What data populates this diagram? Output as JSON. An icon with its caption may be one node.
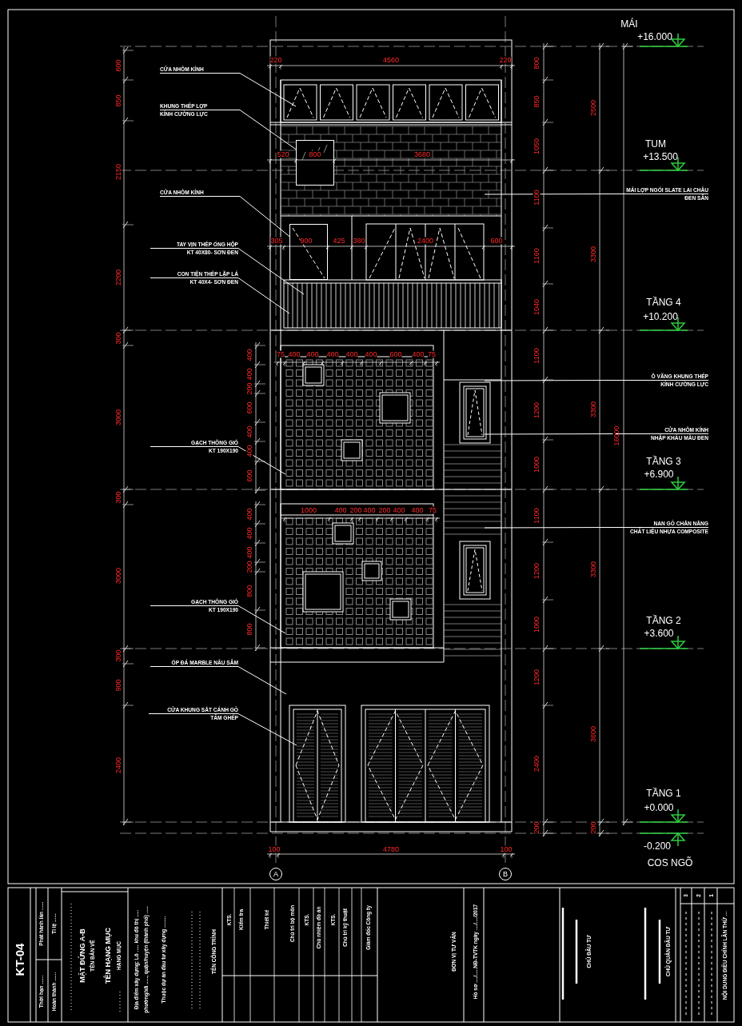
{
  "diagram": {
    "nodes": [
      {
        "text": [
          "CỬA NHÔM KÍNH"
        ]
      },
      {
        "text": [
          "KHUNG THÉP LỢP",
          "KÍNH CƯỜNG LỰC"
        ]
      },
      {
        "text": [
          "CỬA NHÔM KÍNH"
        ]
      },
      {
        "text": [
          "TAY VỊN THÉP ỐNG HỘP",
          "KT 40X80- SƠN ĐEN"
        ]
      },
      {
        "text": [
          "CON TIỆN THÉP LẶP LÁ",
          "KT 40X4- SƠN ĐEN"
        ]
      },
      {
        "text": [
          "GẠCH THÔNG GIÓ",
          "KT 190X190"
        ]
      },
      {
        "text": [
          "GẠCH THÔNG GIÓ",
          "KT 190X190"
        ]
      },
      {
        "text": [
          "ỐP ĐÁ MARBLE NÂU SẪM"
        ]
      },
      {
        "text": [
          "CỬA KHUNG SẮT CÁNH GỖ",
          "TẤM GHÉP"
        ]
      },
      {
        "text": [
          "MÁI LỢP NGÓI SLATE LAI CHÂU",
          "ĐEN SẪN"
        ]
      },
      {
        "text": [
          "Ô VĂNG KHUNG THÉP",
          "KÍNH CƯỜNG LỰC"
        ]
      },
      {
        "text": [
          "CỬA NHÔM KÍNH",
          "NHẬP KHẨU MÀU ĐEN"
        ]
      },
      {
        "text": [
          "NAN GỖ CHẮN NẮNG",
          "CHẤT LIỆU NHỰA COMPOSITE"
        ]
      },
      {
        "text": [],
        "shape": "box"
      },
      {
        "text": [],
        "shape": "box"
      }
    ],
    "edges": [
      {
        "from": 0,
        "to": null,
        "arrow": "none"
      },
      {
        "from": 1,
        "to": 13,
        "arrow": "none"
      },
      {
        "from": 2,
        "to": 14,
        "arrow": "none"
      },
      {
        "from": 3,
        "to": null,
        "arrow": "none"
      },
      {
        "from": 4,
        "to": null,
        "arrow": "none"
      },
      {
        "from": 5,
        "to": null,
        "arrow": "none"
      },
      {
        "from": 6,
        "to": null,
        "arrow": "none"
      },
      {
        "from": 7,
        "to": null,
        "arrow": "none"
      },
      {
        "from": 8,
        "to": null,
        "arrow": "none"
      },
      {
        "from": 9,
        "to": null,
        "arrow": "none"
      },
      {
        "from": 10,
        "to": null,
        "arrow": "none"
      },
      {
        "from": 11,
        "to": null,
        "arrow": "none"
      },
      {
        "from": 12,
        "to": null,
        "arrow": "none"
      }
    ],
    "labels": [
      "220",
      "4560",
      "220",
      "MÁI",
      "+16.000",
      "600",
      "850",
      "2150",
      "2200",
      "300",
      "3000",
      "300",
      "3000",
      "300",
      "900",
      "2400",
      "800",
      "850",
      "1050",
      "1100",
      "1160",
      "1040",
      "1100",
      "1200",
      "1000",
      "1100",
      "1200",
      "1000",
      "1200",
      "2400",
      "200",
      "2500",
      "3300",
      "3300",
      "3300",
      "3600",
      "200",
      "16000",
      "520",
      "800",
      "3680",
      "TUM",
      "+13.500",
      "305",
      "900",
      "425",
      "380",
      "2400",
      "600",
      "TẦNG 4",
      "+10.200",
      "75",
      "400",
      "400",
      "400",
      "400",
      "400",
      "600",
      "400",
      "75",
      "400",
      "400",
      "200",
      "600",
      "400",
      "400",
      "600",
      "TẦNG 3",
      "+6.900",
      "1000",
      "400",
      "200",
      "400",
      "200",
      "400",
      "400",
      "75",
      "400",
      "400",
      "400",
      "200",
      "800",
      "800",
      "TẦNG 2",
      "+3.600",
      "TẦNG 1",
      "+0.000",
      "-0.200",
      "100",
      "4780",
      "100",
      "COS NGÕ",
      "A",
      "B",
      "KT-04",
      "Phát hành lần ......",
      "Thời hạn ......",
      "Tỉ lệ ......",
      "Hoàn thành ......",
      "MẶT ĐỨNG A-B",
      "TÊN BẢN VẼ",
      "TÊN HẠNG MỤC",
      "HẠNG MỤC",
      "Địa điểm xây dựng: Lô ..... khu đô thị .....",
      "phường/xã ....., quận/huyện (thành phố) .....",
      "Thuộc dự án đầu tư xây dựng ........",
      "TÊN CÔNG TRÌNH",
      "KTS.",
      "Kiểm tra",
      "Thiết kế",
      "Chủ trì bộ môn",
      "KTS.",
      "Chủ nhiệm đồ án",
      "KTS.",
      "Chủ trì kỹ thuật",
      "Giám đốc Công ty",
      "ĐƠN VỊ TƯ VẤN",
      "Hồ sơ ..../.....NĐ-TVTK ngày ..../..../2017",
      "CHỦ ĐẦU TƯ",
      "CHỦ QUẢN ĐẦU TƯ",
      "3",
      "2",
      "1",
      "NỘI DUNG ĐIỀU CHỈNH LẦN THỨ ..."
    ]
  }
}
